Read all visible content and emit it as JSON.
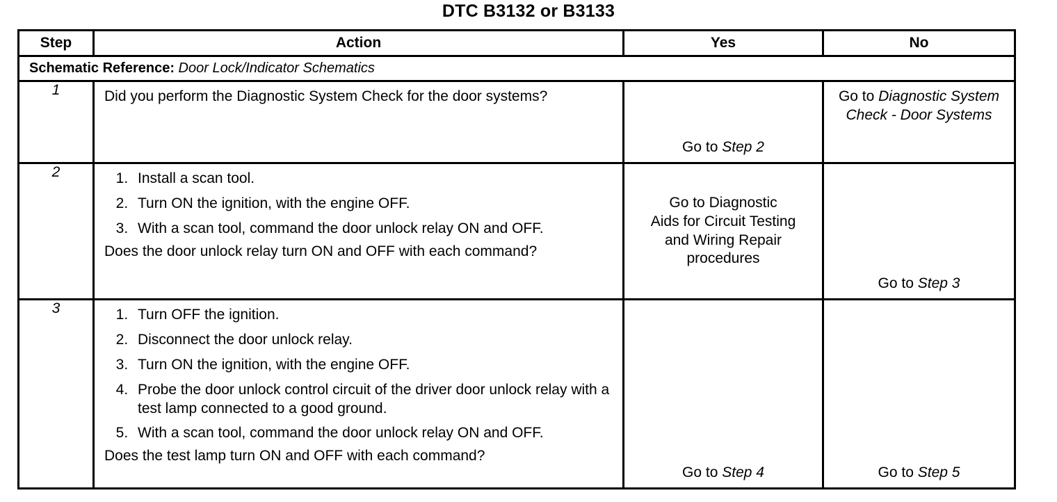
{
  "document": {
    "title": "DTC B3132 or B3133"
  },
  "table": {
    "headers": {
      "step": "Step",
      "action": "Action",
      "yes": "Yes",
      "no": "No"
    },
    "schematic_reference": {
      "label": "Schematic Reference:",
      "value": "Door Lock/Indicator Schematics"
    },
    "rows": [
      {
        "step": "1",
        "action_lead": "Did you perform the Diagnostic System Check for the door systems?",
        "action_items": [],
        "action_tail": "",
        "yes_prefix": "Go to ",
        "yes_italic": "Step 2",
        "yes_plain_lines": [],
        "no_prefix": "Go to ",
        "no_italic": "Diagnostic System Check - Door Systems",
        "no_plain_lines": []
      },
      {
        "step": "2",
        "action_lead": "",
        "action_items": [
          "Install a scan tool.",
          "Turn ON the ignition, with the engine OFF.",
          "With a scan tool, command the door unlock relay ON and OFF."
        ],
        "action_tail": "Does the door unlock relay turn ON and OFF with each command?",
        "yes_prefix": "",
        "yes_italic": "",
        "yes_plain_lines": [
          "Go to Diagnostic",
          "Aids for Circuit Testing",
          "and Wiring Repair",
          "procedures"
        ],
        "no_prefix": "Go to ",
        "no_italic": "Step 3",
        "no_plain_lines": []
      },
      {
        "step": "3",
        "action_lead": "",
        "action_items": [
          "Turn OFF the ignition.",
          "Disconnect the door unlock relay.",
          "Turn ON the ignition, with the engine OFF.",
          "Probe the door unlock control circuit of the driver door unlock relay with a test lamp connected to a good ground.",
          "With a scan tool, command the door unlock relay ON and OFF."
        ],
        "action_tail": "Does the test lamp turn ON and OFF with each command?",
        "yes_prefix": "Go to ",
        "yes_italic": "Step 4",
        "yes_plain_lines": [],
        "no_prefix": "Go to ",
        "no_italic": "Step 5",
        "no_plain_lines": []
      }
    ]
  }
}
